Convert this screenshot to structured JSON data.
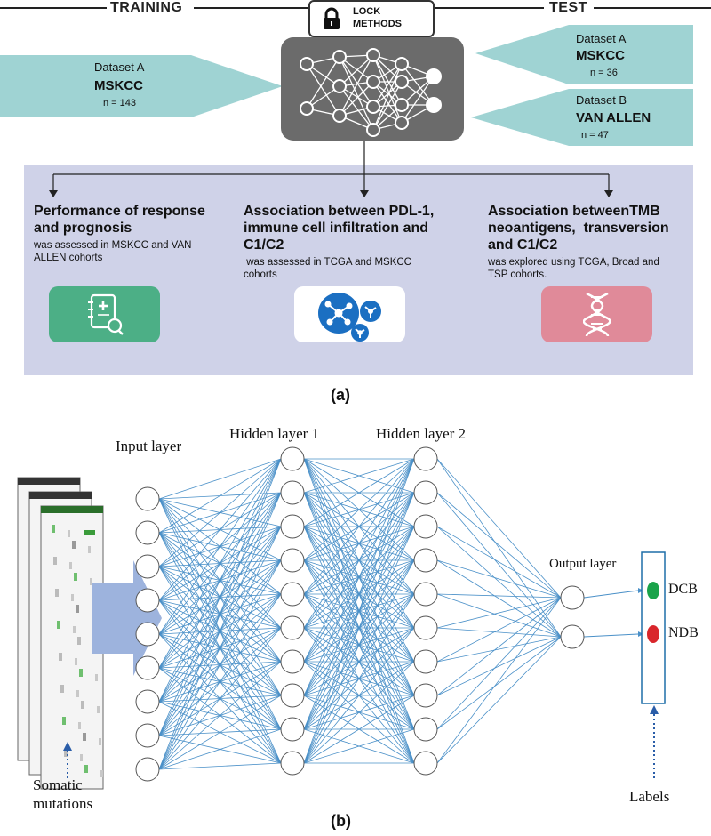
{
  "panel_a": {
    "training_label": "TRAINING",
    "test_label": "TEST",
    "lock": {
      "line1": "LOCK",
      "line2": "METHODS"
    },
    "training_dataset": {
      "label": "Dataset A",
      "name": "MSKCC",
      "n": "n = 143"
    },
    "test_datasets": [
      {
        "label": "Dataset A",
        "name": "MSKCC",
        "n": "n = 36"
      },
      {
        "label": "Dataset B",
        "name": "VAN ALLEN",
        "n": "n = 47"
      }
    ],
    "columns": [
      {
        "title_lines": [
          "Performance of response",
          "and prognosis"
        ],
        "desc_lines": [
          "was assessed in MSKCC and VAN",
          "ALLEN cohorts"
        ],
        "icon": "clipboard-search-icon",
        "color": "#4caf86"
      },
      {
        "title_lines": [
          "Association between PDL-1,",
          "immune cell  infiltration and",
          "C1/C2"
        ],
        "desc_lines": [
          " was assessed in TCGA and MSKCC",
          "cohorts"
        ],
        "icon": "molecule-network-icon",
        "color": "#1b6fc2"
      },
      {
        "title_lines": [
          "Association betweenTMB",
          "neoantigens,  transversion",
          "and C1/C2"
        ],
        "desc_lines": [
          "was explored using TCGA, Broad and",
          "TSP cohorts."
        ],
        "icon": "dna-helix-icon",
        "color": "#e08a99"
      }
    ],
    "caption": "(a)",
    "colors": {
      "dataset_fill": "#9fd3d3",
      "network_box": "#6b6b6b",
      "panel_bg": "#cfd2e8"
    }
  },
  "panel_b": {
    "layer_labels": [
      "Input layer",
      "Hidden layer 1",
      "Hidden layer 2",
      "Output layer"
    ],
    "layer_node_counts": [
      9,
      10,
      10,
      2
    ],
    "input_caption_lines": [
      "Somatic",
      "mutations"
    ],
    "labels_caption": "Labels",
    "outputs": [
      {
        "label": "DCB",
        "color": "#1aa34a"
      },
      {
        "label": "NDB",
        "color": "#d9262b"
      }
    ],
    "caption": "(b)",
    "colors": {
      "edge": "#4a90c8",
      "arrow": "#9db3dd"
    }
  }
}
